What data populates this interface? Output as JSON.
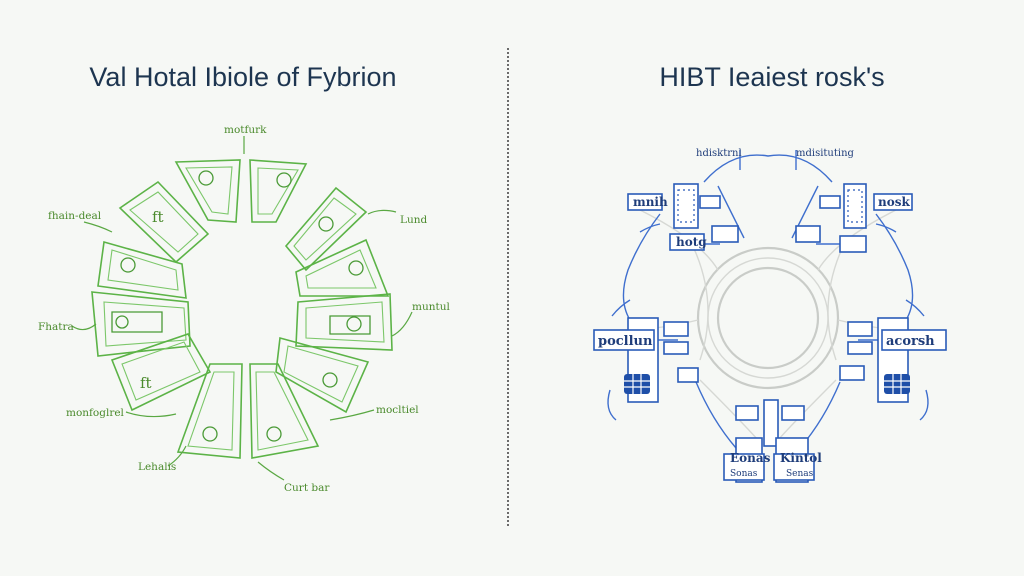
{
  "left_panel": {
    "title": "Val Hotal Ibiole of Fybrion",
    "labels": {
      "top": "motfurk",
      "upper_left": "fhain-deal",
      "upper_right": "Lund",
      "middle_left": "Fhatra",
      "middle_right": "muntul",
      "lower_left": "monfoglrel",
      "lower_right": "mocltiel",
      "bottom_left": "Lehalis",
      "bottom_right": "Curt bar"
    },
    "petal_glyphs": [
      "©",
      "©",
      "©",
      "©",
      "ft",
      "ft"
    ],
    "colors": {
      "stroke": "#5cb347",
      "text": "#4a8a2c"
    }
  },
  "right_panel": {
    "title": "HIBT Ieaiest rosk's",
    "labels": {
      "top_left": "hdisktrnl",
      "top_right": "mdisituting",
      "left_upper": "mnih",
      "left_mid": "hotg",
      "right_upper": "nosk",
      "left_lower": "pocllun",
      "right_lower": "acorsh",
      "bottom_left": "Eonas",
      "bottom_right": "Kintol",
      "bottom_left_small": "Sonas",
      "bottom_right_small": "Senas"
    },
    "colors": {
      "stroke": "#2a5bb8",
      "text": "#1f3d7a",
      "ring": "#c9ccc8"
    }
  }
}
